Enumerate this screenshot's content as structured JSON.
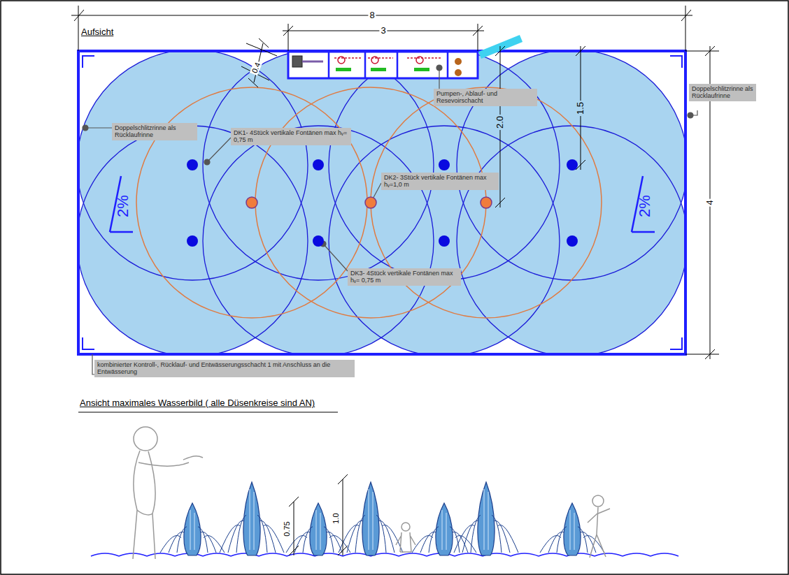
{
  "diagram": {
    "nodes": [
      {
        "text": [
          "Pumpen-, Ablauf- und Resevoirschacht"
        ]
      },
      {
        "text": [
          "Doppelschlitzrinne als Rücklaufrinne"
        ]
      },
      {
        "text": [
          "Doppelschlitzrinne als Rücklaufrinne"
        ]
      },
      {
        "text": [
          "DK1- 4Stück vertikale Fontänen max hᵥ= 0,75 m"
        ]
      },
      {
        "text": [
          "DK2- 3Stück vertikale Fontänen max hᵥ=1,0 m"
        ]
      },
      {
        "text": [
          "DK3- 4Stück vertikale Fontänen max hᵥ= 0,75 m"
        ]
      },
      {
        "text": [
          "kombinierter Kontroll-, Rücklauf- und Entwässerungsschacht 1 mit Anschluss an die Entwässerung"
        ]
      }
    ],
    "labels": [
      "Aufsicht",
      "8",
      "3",
      "0.4",
      "1.5",
      "2.0",
      "4",
      "2%",
      "2%",
      "Ansicht maximales Wasserbild ( alle Düsenkreise sind AN)",
      "0.75",
      "1.0"
    ]
  }
}
